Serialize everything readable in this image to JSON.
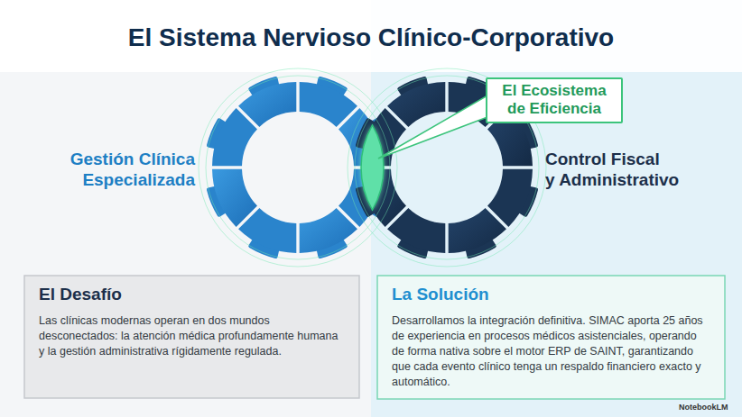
{
  "diagram": {
    "title": "El Sistema Nervioso Clínico-Corporativo",
    "nodes": [
      {
        "text": [
          "El Ecosistema de Eficiencia"
        ]
      },
      {
        "text": [
          "El Desafío",
          "Las clínicas modernas operan en dos mundos desconectados: la atención médica profundamente humana y la gestión administrativa rígidamente regulada."
        ]
      },
      {
        "text": [
          "La Solución",
          "Desarrollamos la integración definitiva. SIMAC aporta 25 años de experiencia en procesos médicos asistenciales, operando de forma nativa sobre el motor ERP de SAINT, garantizando que cada evento clínico tenga un respaldo financiero exacto y automático."
        ]
      }
    ],
    "labels": [
      "Gestión Clínica Especializada",
      "Control Fiscal y Administrativo",
      "NotebookLM"
    ]
  }
}
